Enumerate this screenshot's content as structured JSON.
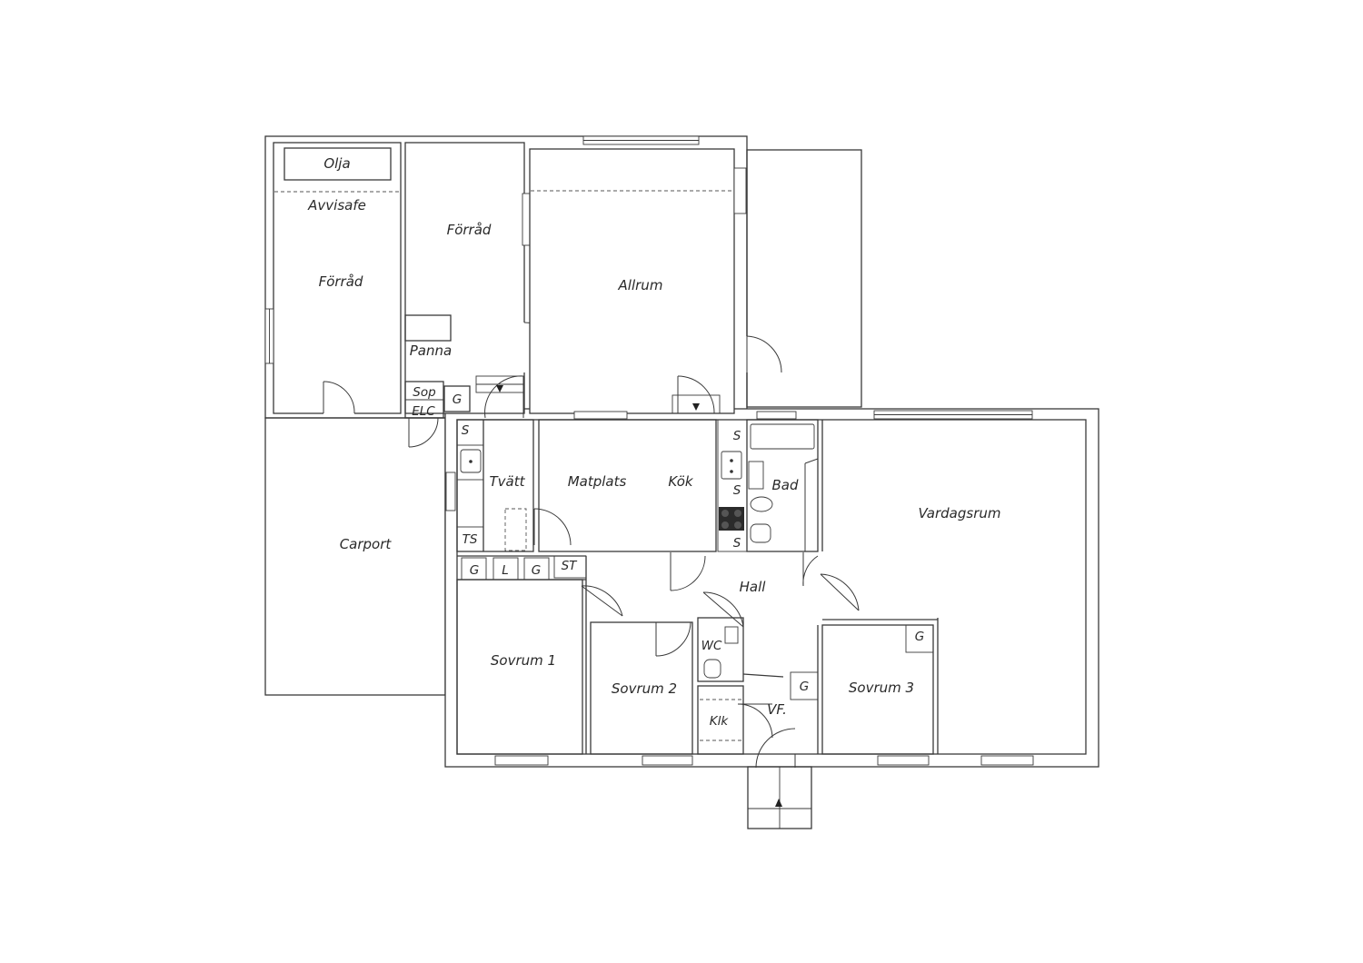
{
  "rooms": {
    "olja": "Olja",
    "avvisafe": "Avvisafe",
    "forrad_1": "Förråd",
    "forrad_2": "Förråd",
    "allrum": "Allrum",
    "panna": "Panna",
    "sop": "Sop",
    "elc": "ELC",
    "g_top": "G",
    "tvatt": "Tvätt",
    "s_tvatt": "S",
    "ts": "TS",
    "matplats": "Matplats",
    "kok": "Kök",
    "s_kok_1": "S",
    "s_kok_2": "S",
    "s_kok_3": "S",
    "bad": "Bad",
    "vardagsrum": "Vardagsrum",
    "carport": "Carport",
    "g_1": "G",
    "l_1": "L",
    "g_2": "G",
    "st": "ST",
    "hall": "Hall",
    "sovrum_1": "Sovrum 1",
    "sovrum_2": "Sovrum 2",
    "wc": "WC",
    "g_vf": "G",
    "vf": "VF.",
    "klk": "Klk",
    "sovrum_3": "Sovrum 3",
    "g_sov3": "G"
  }
}
